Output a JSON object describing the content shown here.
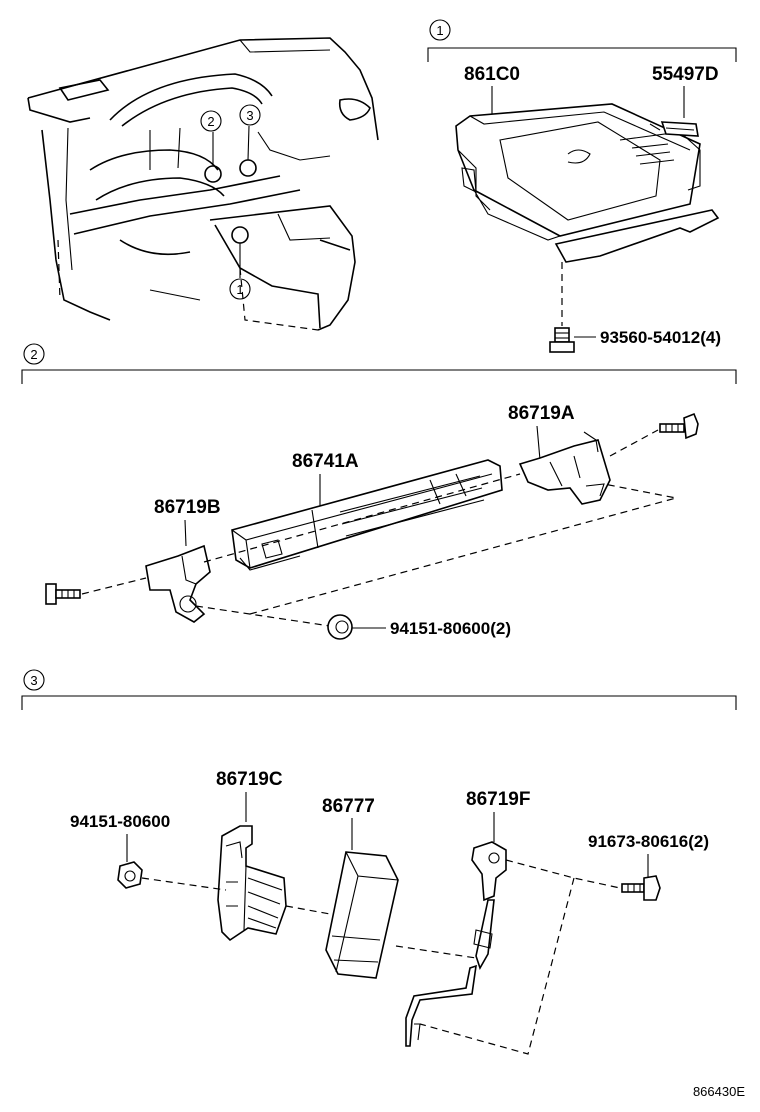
{
  "sections": [
    {
      "marker": "1",
      "parts": [
        {
          "id": "module",
          "label": "861C0"
        },
        {
          "id": "cover",
          "label": "55497D"
        },
        {
          "id": "screw",
          "label": "93560-54012(4)"
        }
      ]
    },
    {
      "marker": "2",
      "parts": [
        {
          "id": "bracket-a",
          "label": "86719A"
        },
        {
          "id": "unit",
          "label": "86741A"
        },
        {
          "id": "bracket-b",
          "label": "86719B"
        },
        {
          "id": "nut",
          "label": "94151-80600(2)"
        }
      ]
    },
    {
      "marker": "3",
      "parts": [
        {
          "id": "bracket-c",
          "label": "86719C"
        },
        {
          "id": "box",
          "label": "86777"
        },
        {
          "id": "bracket-f",
          "label": "86719F"
        },
        {
          "id": "nut",
          "label": "94151-80600"
        },
        {
          "id": "bolt",
          "label": "91673-80616(2)"
        }
      ]
    }
  ],
  "dashboard_callouts": [
    "1",
    "2",
    "3"
  ],
  "reference_code": "866430E"
}
